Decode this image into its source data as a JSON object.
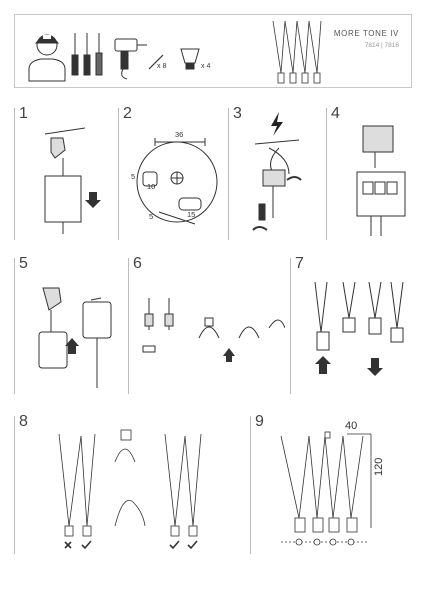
{
  "header": {
    "product_name": "MORE TONE IV",
    "product_codes": "7814 | 7816",
    "screw_qty": "x 8",
    "bulb_qty": "x 4"
  },
  "steps": [
    {
      "number": "1"
    },
    {
      "number": "2",
      "dims": [
        "36",
        "5",
        "10",
        "15",
        "5"
      ]
    },
    {
      "number": "3"
    },
    {
      "number": "4"
    },
    {
      "number": "5"
    },
    {
      "number": "6"
    },
    {
      "number": "7"
    },
    {
      "number": "8"
    },
    {
      "number": "9",
      "dims": [
        "40",
        "120"
      ]
    }
  ],
  "colors": {
    "line": "#333333",
    "border": "#bcbcbc",
    "accent": "#222222"
  },
  "icons": [
    "worker-icon",
    "screwdriver-icon",
    "tester-icon",
    "drill-icon",
    "screw-icon",
    "bulb-icon",
    "arrow-down-icon",
    "arrow-up-icon",
    "lightning-icon",
    "rotate-icon",
    "check-icon",
    "cross-icon"
  ]
}
